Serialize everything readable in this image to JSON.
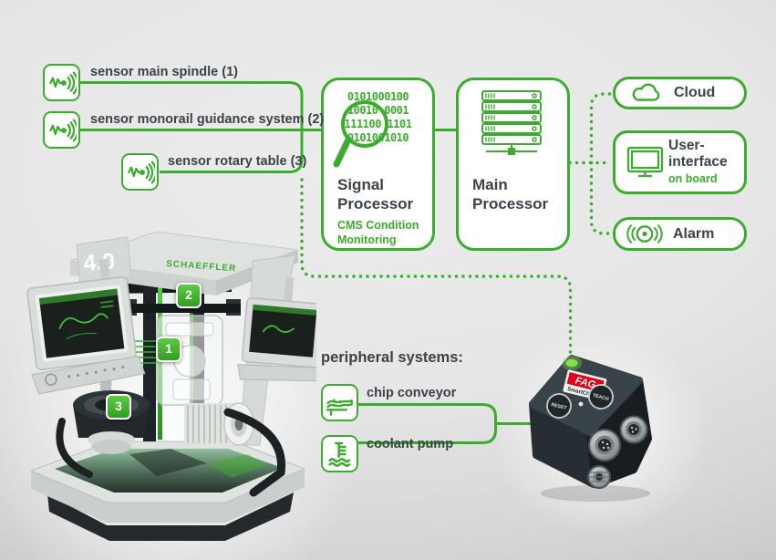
{
  "colors": {
    "accent_green": "#3bac2d",
    "dark_text": "#3b4248",
    "fag_red": "#e2001a",
    "badge_green": "#3fae2c"
  },
  "sensors": {
    "items": [
      {
        "label": "sensor main spindle (1)"
      },
      {
        "label": "sensor monorail guidance system (2)"
      },
      {
        "label": "sensor rotary table (3)"
      }
    ]
  },
  "signal_processor": {
    "binary_rows": [
      "0101000100",
      "10010 0001",
      "111100 1101",
      "0101001010"
    ],
    "title_lines": [
      "Signal",
      "Processor"
    ],
    "subtitle_lines": [
      "CMS Condition",
      "Monitoring"
    ]
  },
  "main_processor": {
    "title_lines": [
      "Main",
      "Processor"
    ]
  },
  "outputs": {
    "cloud": {
      "label": "Cloud"
    },
    "user_interface": {
      "label": "User-interface",
      "sub": "on board"
    },
    "alarm": {
      "label": "Alarm"
    }
  },
  "peripherals": {
    "heading": "peripheral systems:",
    "items": [
      {
        "label": "chip conveyor"
      },
      {
        "label": "coolant pump"
      }
    ]
  },
  "machine": {
    "brand": "SCHAEFFLER",
    "label_40": "4.0",
    "badges": [
      "1",
      "2",
      "3"
    ]
  },
  "device": {
    "brand": "FAG",
    "model": "SmartCheck",
    "buttons": [
      "RESET",
      "TEACH"
    ]
  }
}
